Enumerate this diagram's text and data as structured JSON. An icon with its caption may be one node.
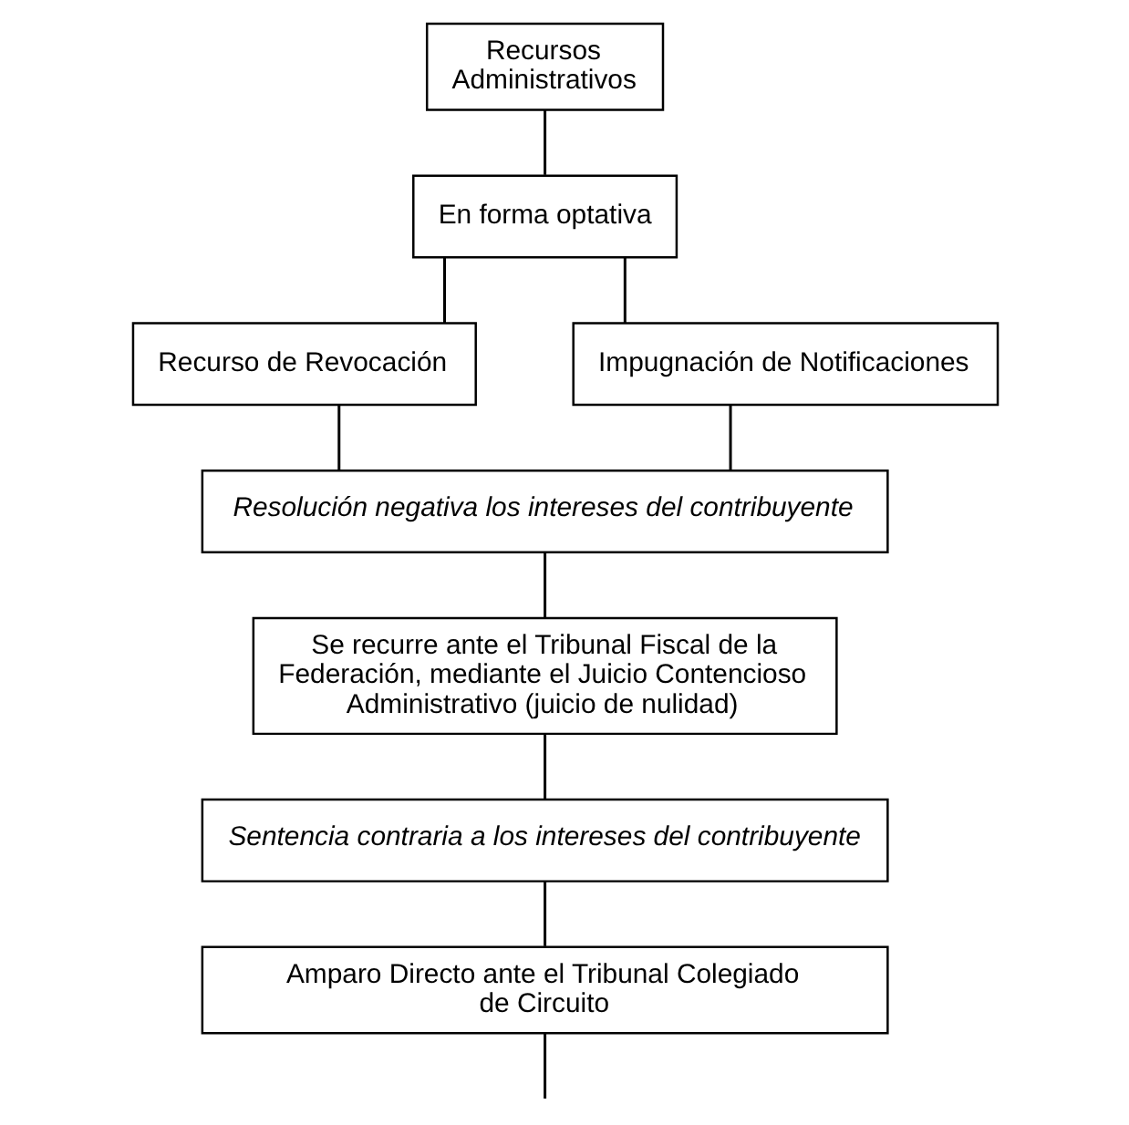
{
  "diagram": {
    "nodes": [
      {
        "text": [
          "Recursos Administrativos"
        ]
      },
      {
        "text": [
          "En forma optativa"
        ]
      },
      {
        "text": [
          "Recurso de Revocación"
        ]
      },
      {
        "text": [
          "Impugnación de Notificaciones"
        ]
      },
      {
        "text": [
          "Resolución negativa los intereses del contribuyente"
        ]
      },
      {
        "text": [
          "Se recurre ante el Tribunal Fiscal de la Federación, mediante el Juicio Contencioso Administrativo (juicio de nulidad)"
        ]
      },
      {
        "text": [
          "Sentencia contraria a los intereses del contribuyente"
        ]
      },
      {
        "text": [
          "Amparo Directo ante el Tribunal Colegiado de Circuito"
        ]
      }
    ],
    "edges": [
      {
        "from": 0,
        "to": 1,
        "arrow": "none"
      },
      {
        "from": 1,
        "to": 2,
        "arrow": "none"
      },
      {
        "from": 1,
        "to": 3,
        "arrow": "none"
      },
      {
        "from": 2,
        "to": 4,
        "arrow": "none"
      },
      {
        "from": 3,
        "to": 4,
        "arrow": "none"
      },
      {
        "from": 4,
        "to": 5,
        "arrow": "none"
      },
      {
        "from": 5,
        "to": 6,
        "arrow": "none"
      },
      {
        "from": 6,
        "to": 7,
        "arrow": "none"
      },
      {
        "from": 7,
        "to": null,
        "arrow": "none"
      }
    ]
  }
}
